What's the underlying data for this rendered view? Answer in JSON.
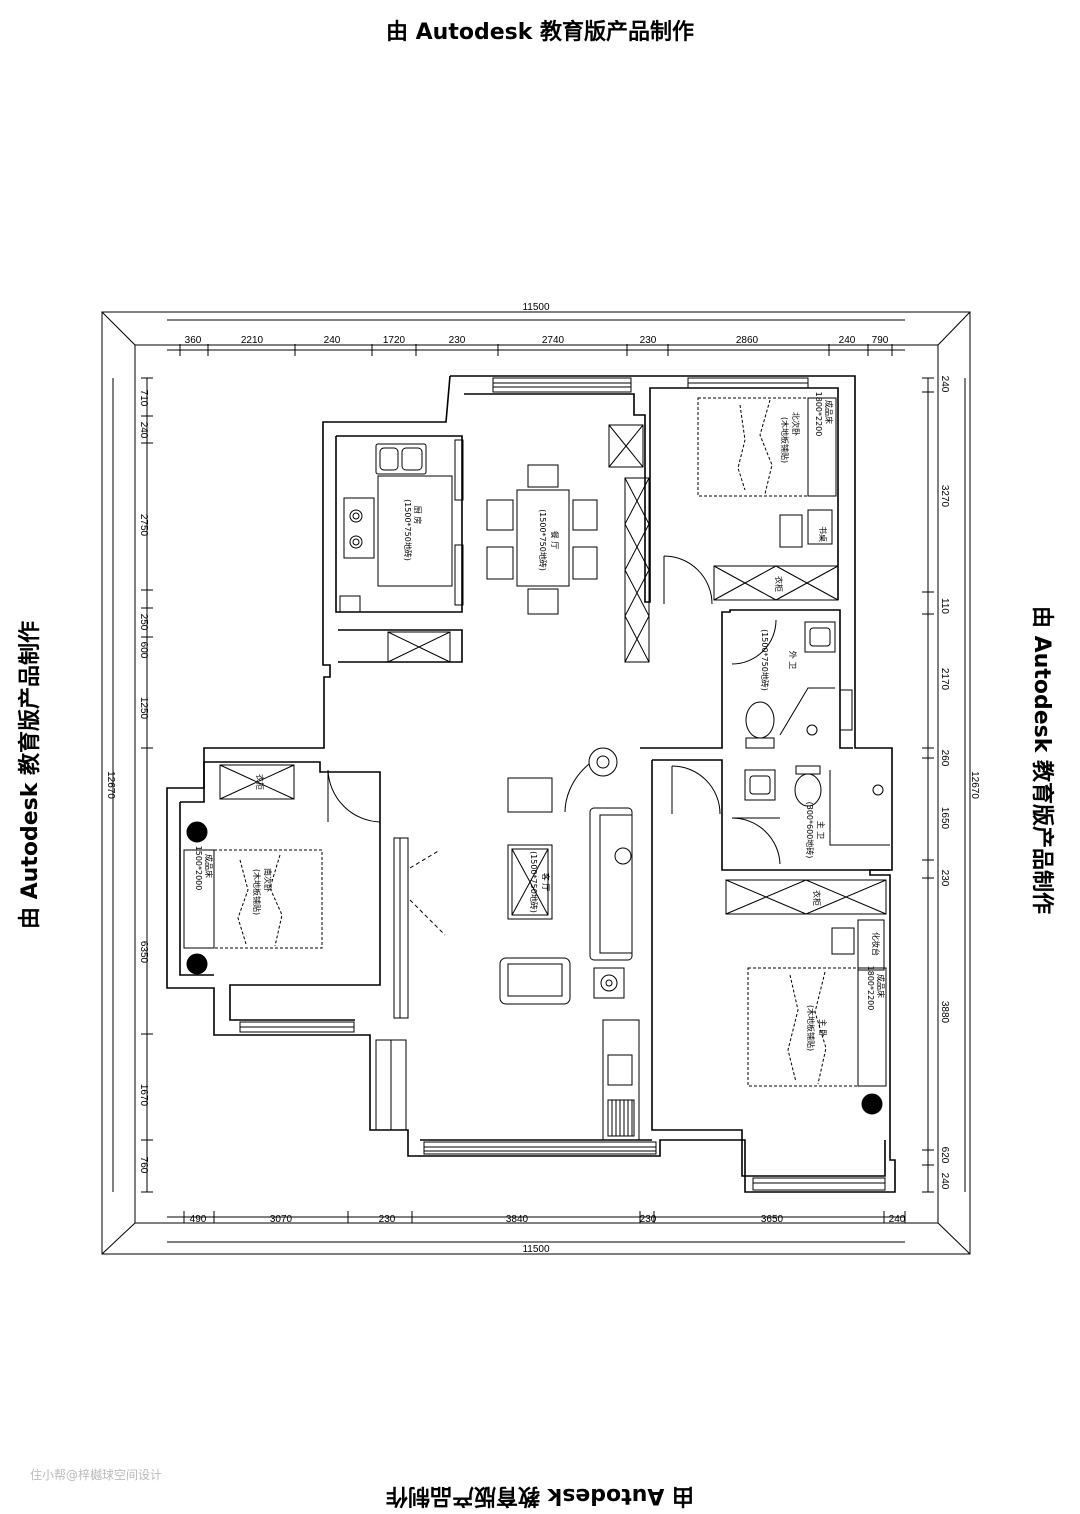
{
  "stamps": {
    "top": "由 Autodesk 教育版产品制作",
    "left": "由 Autodesk 教育版产品制作",
    "right": "由 Autodesk 教育版产品制作",
    "bottom": "由 Autodesk 教育版产品制作"
  },
  "watermark": "住小帮@梓樾球空间设计",
  "dimensions": {
    "overall_top": "11500",
    "overall_bottom": "11500",
    "overall_left": "12670",
    "overall_right": "12670",
    "top": [
      "360",
      "2210",
      "240",
      "1720",
      "230",
      "2740",
      "230",
      "2860",
      "240",
      "790"
    ],
    "bottom": [
      "490",
      "3070",
      "230",
      "3840",
      "230",
      "3650",
      "240"
    ],
    "left": [
      "710",
      "240",
      "2750",
      "250",
      "600",
      "1250",
      "6350",
      "1670",
      "760"
    ],
    "right": [
      "240",
      "3270",
      "110",
      "2170",
      "260",
      "1650",
      "230",
      "3880",
      "620",
      "240"
    ]
  },
  "rooms": {
    "kitchen": "厨 房",
    "kitchen_note": "(1500*750地砖)",
    "dining": "餐 厅",
    "dining_note": "(1500*750地砖)",
    "bedroom_nw": "北次卧",
    "bedroom_nw_note": "(木地板铺贴)",
    "bedroom_w": "南次卧",
    "bedroom_w_note": "(木地板铺贴)",
    "living": "客 厅",
    "living_note": "(1500*750地砖)",
    "guest_bath": "外 卫",
    "guest_bath_note": "(1500*750地砖)",
    "master_bath": "主 卫",
    "master_bath_note": "(300*600地砖)",
    "master_bed": "主 卧",
    "master_bed_note": "(木地板铺贴)",
    "bed_label": "成品床",
    "bed_size": "1800*2200",
    "bed_size_small": "1500*2000",
    "wardrobe": "衣柜",
    "desk": "书桌",
    "dresser": "化妆台"
  }
}
